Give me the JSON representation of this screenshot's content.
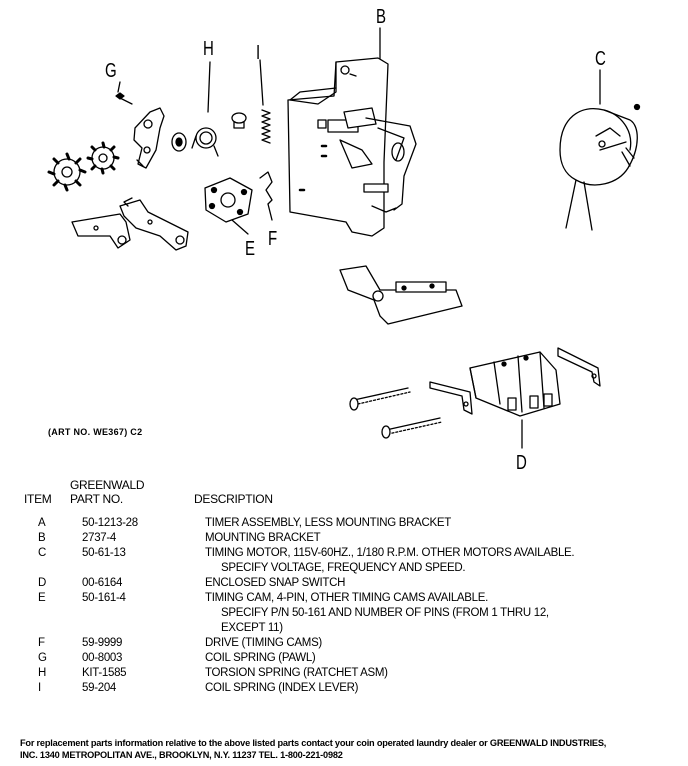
{
  "callouts": {
    "A": "",
    "B": "B",
    "C": "C",
    "D": "D",
    "E": "E",
    "F": "F",
    "G": "G",
    "H": "H",
    "I": "I"
  },
  "art_number": "(ART NO. WE367) C2",
  "table": {
    "headers": {
      "item": "ITEM",
      "part_line1": "GREENWALD",
      "part_line2": "PART NO.",
      "description": "DESCRIPTION"
    },
    "rows": [
      {
        "item": "A",
        "part_no": "50-1213-28",
        "description": [
          "TIMER ASSEMBLY, LESS MOUNTING BRACKET"
        ]
      },
      {
        "item": "B",
        "part_no": "2737-4",
        "description": [
          "MOUNTING BRACKET"
        ]
      },
      {
        "item": "C",
        "part_no": "50-61-13",
        "description": [
          "TIMING MOTOR, 115V-60HZ., 1/180 R.P.M. OTHER MOTORS AVAILABLE.",
          "SPECIFY VOLTAGE, FREQUENCY AND SPEED."
        ]
      },
      {
        "item": "D",
        "part_no": "00-6164",
        "description": [
          "ENCLOSED SNAP SWITCH"
        ]
      },
      {
        "item": "E",
        "part_no": "50-161-4",
        "description": [
          "TIMING CAM, 4-PIN, OTHER TIMING CAMS AVAILABLE.",
          "SPECIFY P/N 50-161 AND NUMBER OF PINS (FROM 1 THRU 12,",
          "EXCEPT 11)"
        ]
      },
      {
        "item": "F",
        "part_no": "59-9999",
        "description": [
          "DRIVE (TIMING CAMS)"
        ]
      },
      {
        "item": "G",
        "part_no": "00-8003",
        "description": [
          "COIL SPRING (PAWL)"
        ]
      },
      {
        "item": "H",
        "part_no": "KIT-1585",
        "description": [
          "TORSION SPRING (RATCHET ASM)"
        ]
      },
      {
        "item": "I",
        "part_no": "59-204",
        "description": [
          "COIL SPRING (INDEX LEVER)"
        ]
      }
    ]
  },
  "footer": {
    "line1": "For replacement parts information relative to the above listed parts contact your coin operated laundry dealer or GREENWALD INDUSTRIES,",
    "line2": "INC. 1340 METROPOLITAN AVE., BROOKLYN, N.Y. 11237 TEL. 1-800-221-0982"
  }
}
